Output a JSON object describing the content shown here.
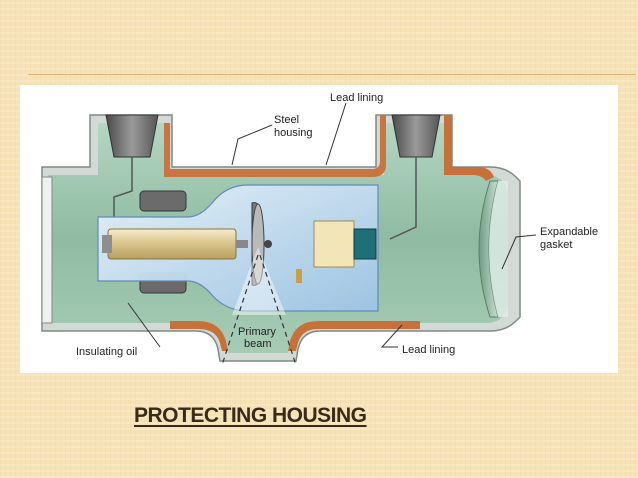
{
  "slide": {
    "title": "PROTECTING HOUSING"
  },
  "diagram": {
    "labels": {
      "lead_lining_top": "Lead lining",
      "steel_housing_line1": "Steel",
      "steel_housing_line2": "housing",
      "expandable_gasket_line1": "Expandable",
      "expandable_gasket_line2": "gasket",
      "insulating_oil": "Insulating oil",
      "primary_beam_line1": "Primary",
      "primary_beam_line2": "beam",
      "lead_lining_bottom": "Lead lining"
    },
    "colors": {
      "oil": "#9cc4ae",
      "steel": "#c9d2cc",
      "lead": "#c8703a",
      "glass": "#bfd9ef"
    }
  }
}
